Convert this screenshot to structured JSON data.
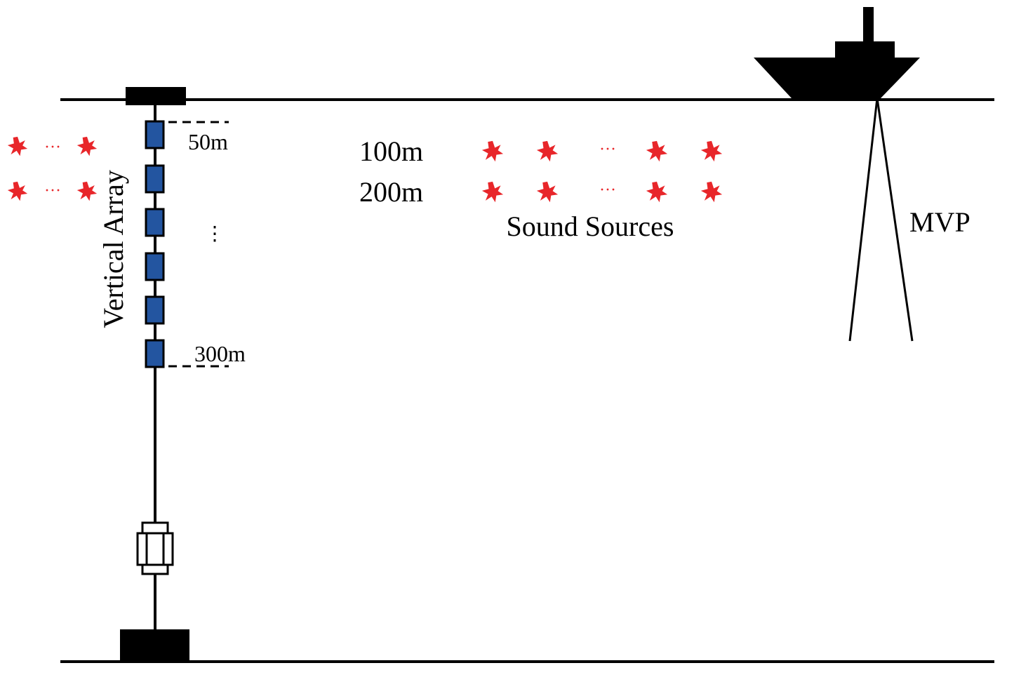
{
  "labels": {
    "array": "Vertical Array",
    "depth_top": "50m",
    "depth_bottom": "300m",
    "array_ellipsis": "⋮",
    "source_depth_1": "100m",
    "source_depth_2": "200m",
    "sources": "Sound Sources",
    "profiler": "MVP",
    "row_ellipsis": "···"
  },
  "colors": {
    "ink": "#000000",
    "hydrophone": "#2355a0",
    "source_star": "#e8262a"
  },
  "symbols": {
    "source": "star-burst-icon",
    "hydrophone": "hydrophone-icon",
    "release": "acoustic-release-icon",
    "anchor": "anchor-weight-icon",
    "float": "surface-buoy-icon",
    "ship": "ship-icon"
  }
}
